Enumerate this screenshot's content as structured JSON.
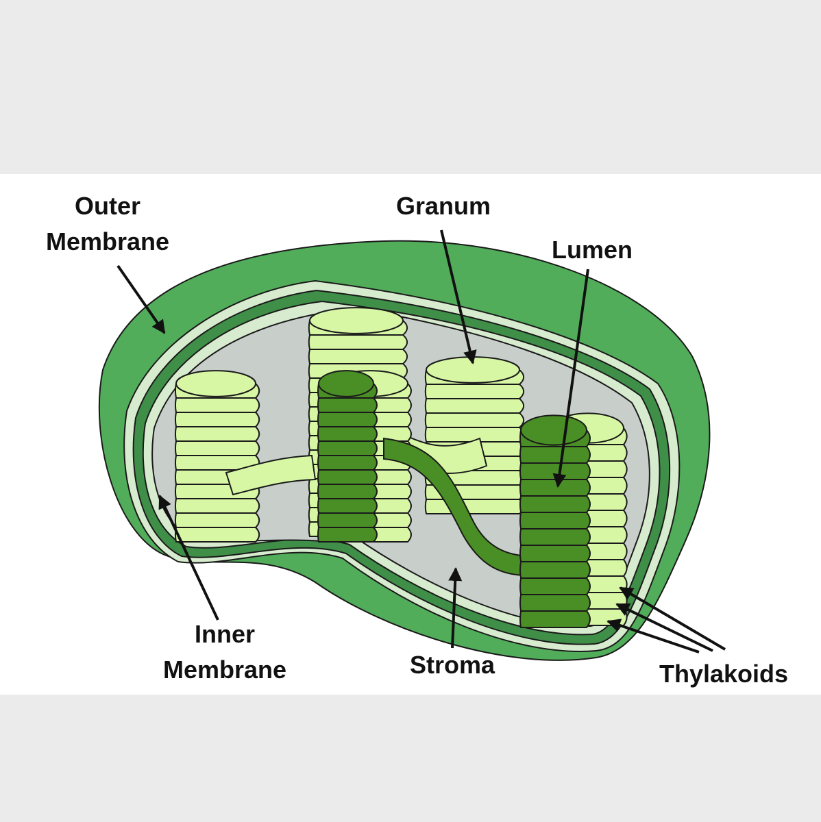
{
  "labels": {
    "outer_membrane": [
      "Outer",
      "Membrane"
    ],
    "granum": "Granum",
    "lumen": "Lumen",
    "inner_membrane": [
      "Inner",
      "Membrane"
    ],
    "stroma": "Stroma",
    "thylakoids": "Thylakoids"
  },
  "colors": {
    "outer_membrane": "#52ad5b",
    "membrane_gap": "#d7ebce",
    "inner_membrane": "#3f8f48",
    "stroma": "#c8cfcb",
    "thylakoid_light": "#d7f7a5",
    "thylakoid_dark": "#4a8e26",
    "background": "#ebebeb"
  }
}
